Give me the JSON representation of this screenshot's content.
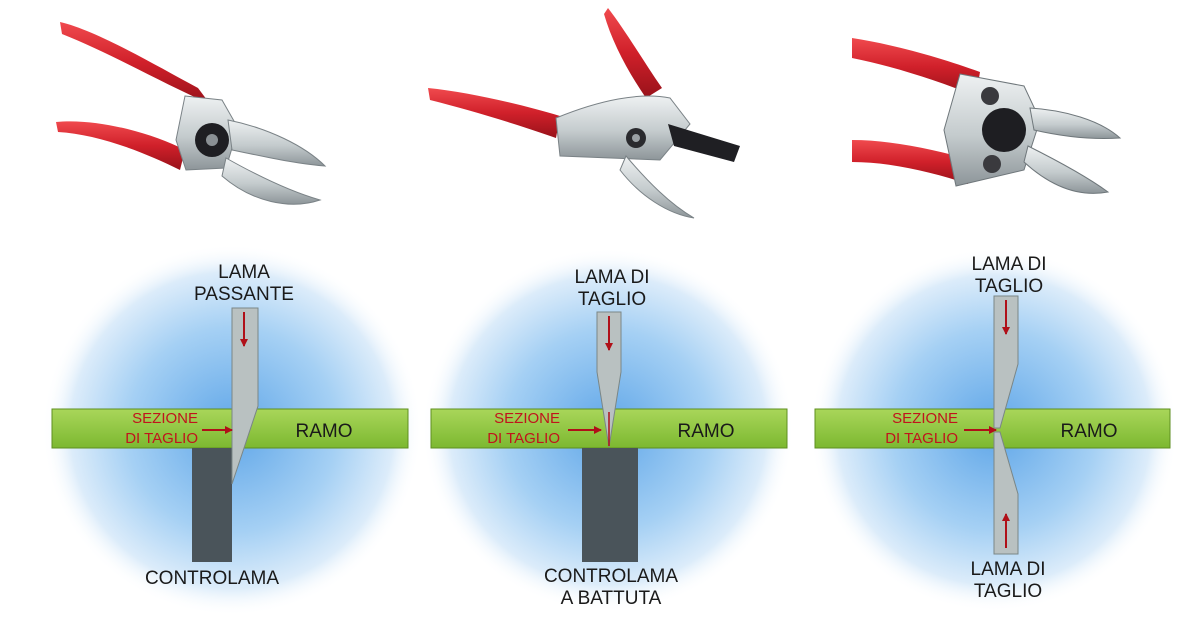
{
  "panels": [
    {
      "id": "bypass",
      "top_label": [
        "LAMA",
        "PASSANTE"
      ],
      "section_label": [
        "SEZIONE",
        "DI TAGLIO"
      ],
      "branch_label": "RAMO",
      "bottom_label": [
        "CONTROLAMA"
      ]
    },
    {
      "id": "anvil",
      "top_label": [
        "LAMA DI",
        "TAGLIO"
      ],
      "section_label": [
        "SEZIONE",
        "DI TAGLIO"
      ],
      "branch_label": "RAMO",
      "bottom_label": [
        "CONTROLAMA",
        "A BATTUTA"
      ]
    },
    {
      "id": "double",
      "top_label": [
        "LAMA DI",
        "TAGLIO"
      ],
      "section_label": [
        "SEZIONE",
        "DI TAGLIO"
      ],
      "branch_label": "RAMO",
      "bottom_label": [
        "LAMA DI",
        "TAGLIO"
      ]
    }
  ],
  "colors": {
    "handle_red": "#d0202a",
    "branch_green": "#8cc63f",
    "blade_grey": "#b9c1c1",
    "anvil_dark": "#4a545a",
    "arrow_red": "#b01018",
    "halo_blue": "#8fc3ee"
  },
  "icons": [
    "pruning-shears-bypass-icon",
    "pruning-shears-anvil-icon",
    "pruning-shears-double-blade-icon"
  ]
}
